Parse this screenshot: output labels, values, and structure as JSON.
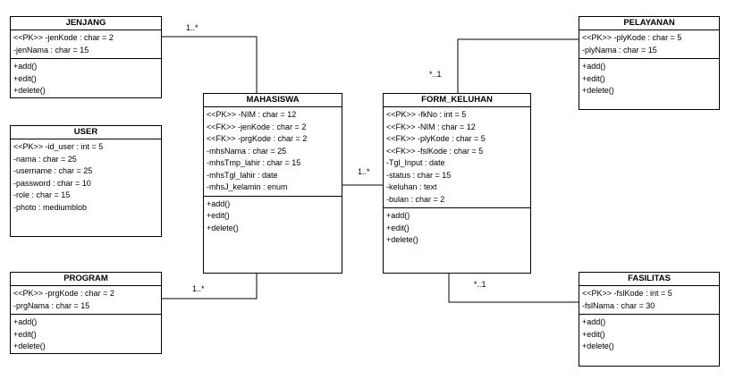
{
  "classes": {
    "jenjang": {
      "name": "JENJANG",
      "attributes": [
        "<<PK>> -jenKode : char = 2",
        "-jenNama : char = 15"
      ],
      "operations": [
        "+add()",
        "+edit()",
        "+delete()"
      ]
    },
    "user": {
      "name": "USER",
      "attributes": [
        "<<PK>> -id_user : int = 5",
        "-nama : char = 25",
        "-username : char = 25",
        "-password : char = 10",
        "-role : char = 15",
        "-photo : mediumblob"
      ],
      "operations": []
    },
    "program": {
      "name": "PROGRAM",
      "attributes": [
        "<<PK>> -prgKode : char = 2",
        "-prgNama : char = 15"
      ],
      "operations": [
        "+add()",
        "+edit()",
        "+delete()"
      ]
    },
    "mahasiswa": {
      "name": "MAHASISWA",
      "attributes": [
        "<<PK>> -NIM : char = 12",
        "<<FK>> -jenKode : char = 2",
        "<<FK>> -prgKode : char = 2",
        "-mhsNama : char = 25",
        "-mhsTmp_lahir : char = 15",
        "-mhsTgl_lahir : date",
        "-mhsJ_kelamin : enum"
      ],
      "operations": [
        "+add()",
        "+edit()",
        "+delete()"
      ]
    },
    "form_keluhan": {
      "name": "FORM_KELUHAN",
      "attributes": [
        "<<PK>> -fkNo : int = 5",
        "<<FK>> -NIM : char = 12",
        "<<FK>> -plyKode : char = 5",
        "<<FK>> -fslKode : char = 5",
        "-Tgl_Input : date",
        "-status : char = 15",
        "-keluhan : text",
        "-bulan : char = 2"
      ],
      "operations": [
        "+add()",
        "+edit()",
        "+delete()"
      ]
    },
    "pelayanan": {
      "name": "PELAYANAN",
      "attributes": [
        "<<PK>> -plyKode : char = 5",
        "-plyNama : char = 15"
      ],
      "operations": [
        "+add()",
        "+edit()",
        "+delete()"
      ]
    },
    "fasilitas": {
      "name": "FASILITAS",
      "attributes": [
        "<<PK>> -fslKode : int = 5",
        "-fslNama : char = 30"
      ],
      "operations": [
        "+add()",
        "+edit()",
        "+delete()"
      ]
    }
  },
  "multiplicities": {
    "jenjang_mahasiswa": "1..*",
    "program_mahasiswa": "1..*",
    "mahasiswa_form": "1..*",
    "pelayanan_form": "*..1",
    "fasilitas_form": "*..1"
  }
}
